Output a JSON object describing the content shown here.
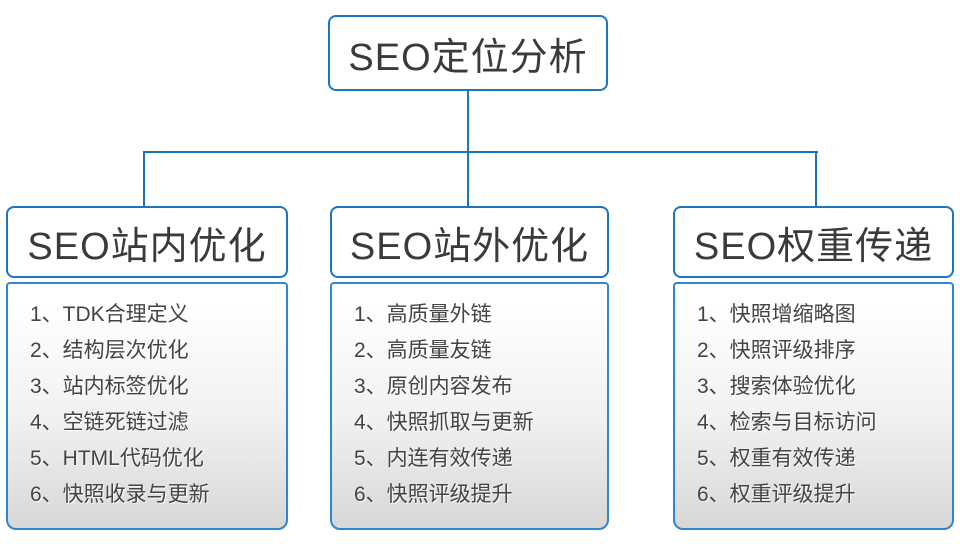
{
  "diagram": {
    "title": "SEO定位分析"
  },
  "columns": [
    {
      "title": "SEO站内优化",
      "items": [
        "1、TDK合理定义",
        "2、结构层次优化",
        "3、站内标签优化",
        "4、空链死链过滤",
        "5、HTML代码优化",
        "6、快照收录与更新"
      ]
    },
    {
      "title": "SEO站外优化",
      "items": [
        "1、高质量外链",
        "2、高质量友链",
        "3、原创内容发布",
        "4、快照抓取与更新",
        "5、内连有效传递",
        "6、快照评级提升"
      ]
    },
    {
      "title": "SEO权重传递",
      "items": [
        "1、快照增缩略图",
        "2、快照评级排序",
        "3、搜索体验优化",
        "4、检索与目标访问",
        "5、权重有效传递",
        "6、权重评级提升"
      ]
    }
  ],
  "colors": {
    "box_border": "#1c75bf",
    "connector_line": "#1b74bd",
    "list_border": "#2e86d4",
    "heading_text": "#3a3a3a",
    "item_text": "#444444",
    "list_gradient_top": "#ffffff",
    "list_gradient_bottom": "#d7d7d7"
  }
}
